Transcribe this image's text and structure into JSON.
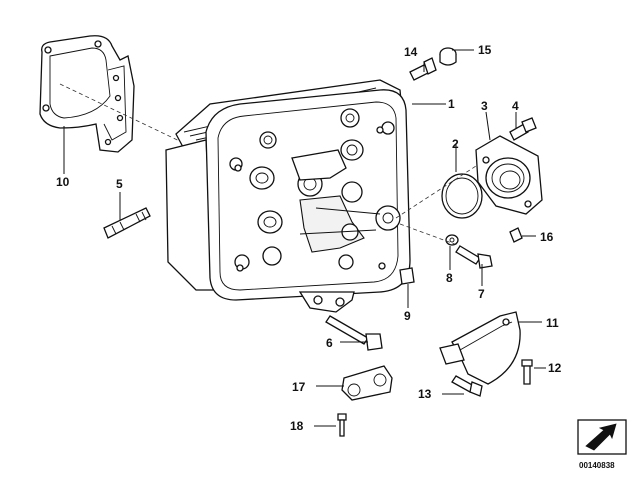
{
  "callouts": [
    {
      "id": "1",
      "text": "1"
    },
    {
      "id": "2",
      "text": "2"
    },
    {
      "id": "3",
      "text": "3"
    },
    {
      "id": "4",
      "text": "4"
    },
    {
      "id": "5",
      "text": "5"
    },
    {
      "id": "6",
      "text": "6"
    },
    {
      "id": "7",
      "text": "7"
    },
    {
      "id": "8",
      "text": "8"
    },
    {
      "id": "9",
      "text": "9"
    },
    {
      "id": "10",
      "text": "10"
    },
    {
      "id": "11",
      "text": "11"
    },
    {
      "id": "12",
      "text": "12"
    },
    {
      "id": "13",
      "text": "13"
    },
    {
      "id": "14",
      "text": "14"
    },
    {
      "id": "15",
      "text": "15"
    },
    {
      "id": "16",
      "text": "16"
    },
    {
      "id": "17",
      "text": "17"
    },
    {
      "id": "18",
      "text": "18"
    }
  ],
  "reference_number": "00140838"
}
